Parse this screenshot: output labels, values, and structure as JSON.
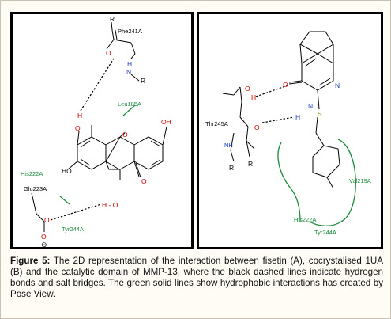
{
  "panel_a": {
    "labels": {
      "r_top": "R",
      "phe": "Phe241A",
      "o_carbonyl": "O",
      "nh": "H",
      "n": "N",
      "r_n": "R",
      "leu": "Leu185A",
      "o_h": "O",
      "h_top": "H",
      "oh_right": "OH",
      "his": "His222A",
      "ho_left": "HO",
      "o_ring": "O",
      "glu": "Glu223A",
      "h_c": "H - O",
      "o_keto": "O",
      "tyr": "Tyr244A",
      "o_carbox": "O",
      "o_minus": "O",
      "minus": "⊖"
    }
  },
  "panel_b": {
    "labels": {
      "o_h": "O",
      "h": "H",
      "o_keto": "O",
      "n_top": "N",
      "thr": "Thr245A",
      "h_nh": "H",
      "n_ring": "N",
      "s": "S",
      "nh_lower": "NH",
      "o_lower": "O",
      "r_left": "R",
      "r_right": "R",
      "val": "Val219A",
      "his": "His222A",
      "tyr": "Tyr244A"
    }
  },
  "caption": {
    "label": "Figure 5:",
    "text": " The 2D representation of the interaction between fisetin (A), cocrystalised 1UA (B) and the catalytic domain of MMP-13, where the black dashed lines indicate hydrogen bonds and salt bridges. The green solid lines show hydrophobic interactions has created by Pose View."
  },
  "colors": {
    "oxygen": "#d10000",
    "nitrogen": "#1e3fbf",
    "sulfur": "#9a8a00",
    "hydrophobic": "#1a8a3a",
    "bond": "#000000"
  }
}
